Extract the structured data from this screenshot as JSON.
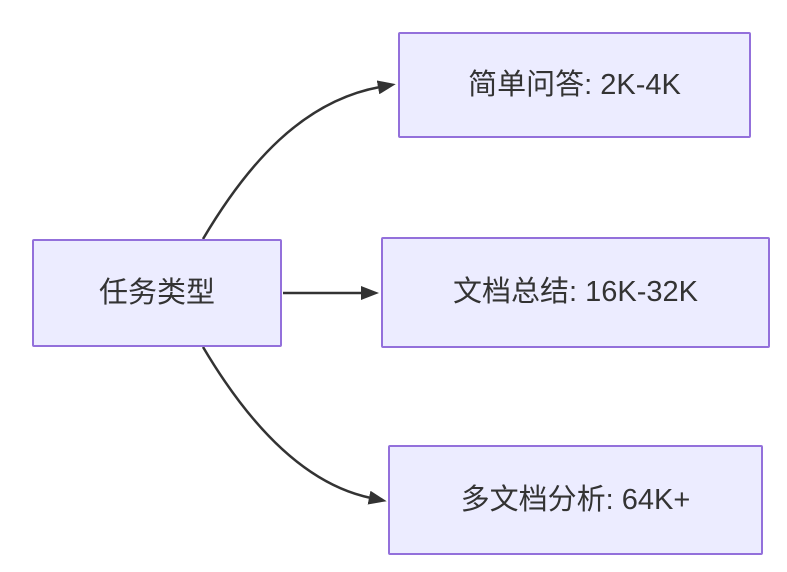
{
  "diagram": {
    "type": "flowchart",
    "direction": "left-to-right",
    "colors": {
      "bg": "#ffffff",
      "node-fill": "#ececff",
      "node-border": "#9370db",
      "edge": "#333333",
      "text": "#333333"
    },
    "nodes": [
      {
        "id": "task-type",
        "label": "任务类型"
      },
      {
        "id": "simple-qa",
        "label": "简单问答: 2K-4K"
      },
      {
        "id": "doc-summary",
        "label": "文档总结: 16K-32K"
      },
      {
        "id": "multi-doc",
        "label": "多文档分析: 64K+"
      }
    ],
    "edges": [
      {
        "from": "task-type",
        "to": "simple-qa"
      },
      {
        "from": "task-type",
        "to": "doc-summary"
      },
      {
        "from": "task-type",
        "to": "multi-doc"
      }
    ]
  }
}
